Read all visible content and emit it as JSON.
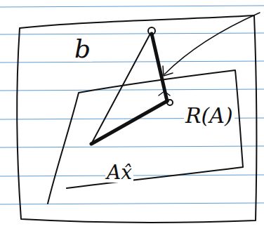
{
  "diagram": {
    "labels": [
      "b",
      "Ax̂",
      "R(A)"
    ]
  }
}
